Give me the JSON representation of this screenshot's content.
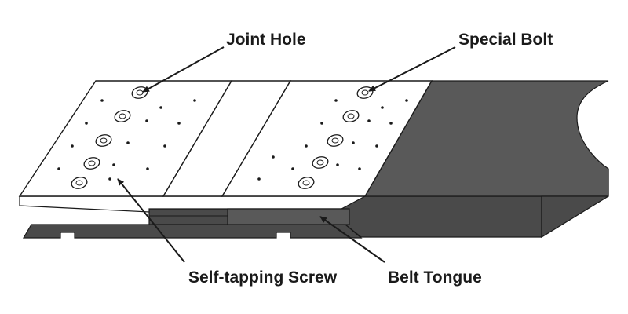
{
  "labels": {
    "joint_hole": "Joint Hole",
    "special_bolt": "Special Bolt",
    "self_tapping_screw": "Self-tapping Screw",
    "belt_tongue": "Belt Tongue"
  },
  "colors": {
    "belt_dark": "#595959",
    "belt_side": "#4a4a4a",
    "plate": "#ffffff",
    "outline": "#1a1a1a",
    "text": "#1a1a1a"
  }
}
